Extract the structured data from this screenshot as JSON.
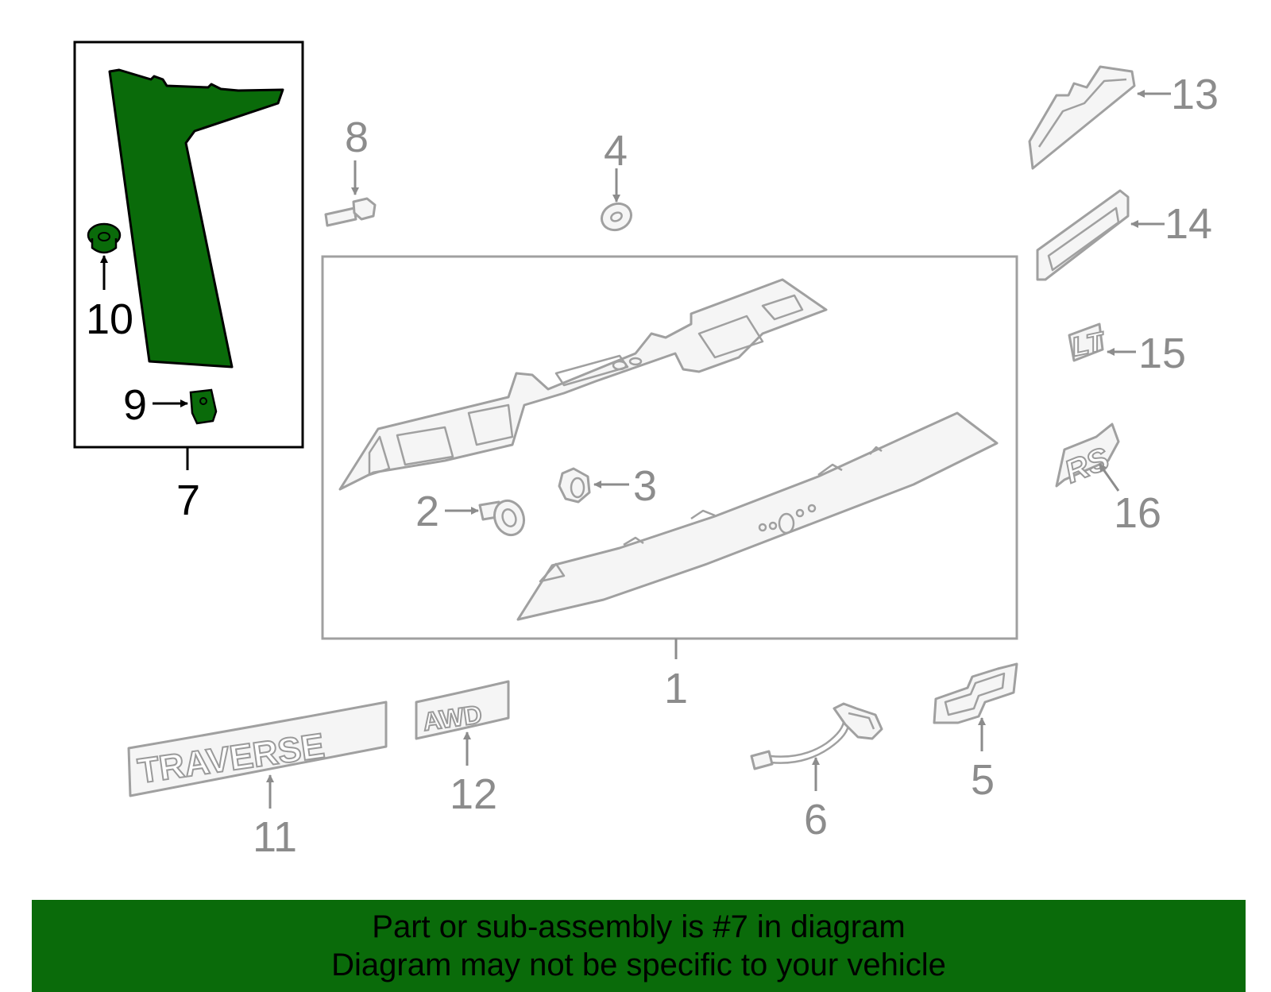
{
  "colors": {
    "highlight_green": "#0a6b0a",
    "part_gray": "#a0a0a0",
    "callout_gray": "#8c8c8c",
    "banner_green": "#0a6b0a"
  },
  "callouts": {
    "c1": "1",
    "c2": "2",
    "c3": "3",
    "c4": "4",
    "c5": "5",
    "c6": "6",
    "c7": "7",
    "c8": "8",
    "c9": "9",
    "c10": "10",
    "c11": "11",
    "c12": "12",
    "c13": "13",
    "c14": "14",
    "c15": "15",
    "c16": "16"
  },
  "emblems": {
    "traverse": "TRAVERSE",
    "awd": "AWD",
    "lt": "LT",
    "rs": "RS"
  },
  "banner": {
    "line1": "Part or sub-assembly is #7 in diagram",
    "line2": "Diagram may not be specific to your vehicle"
  }
}
